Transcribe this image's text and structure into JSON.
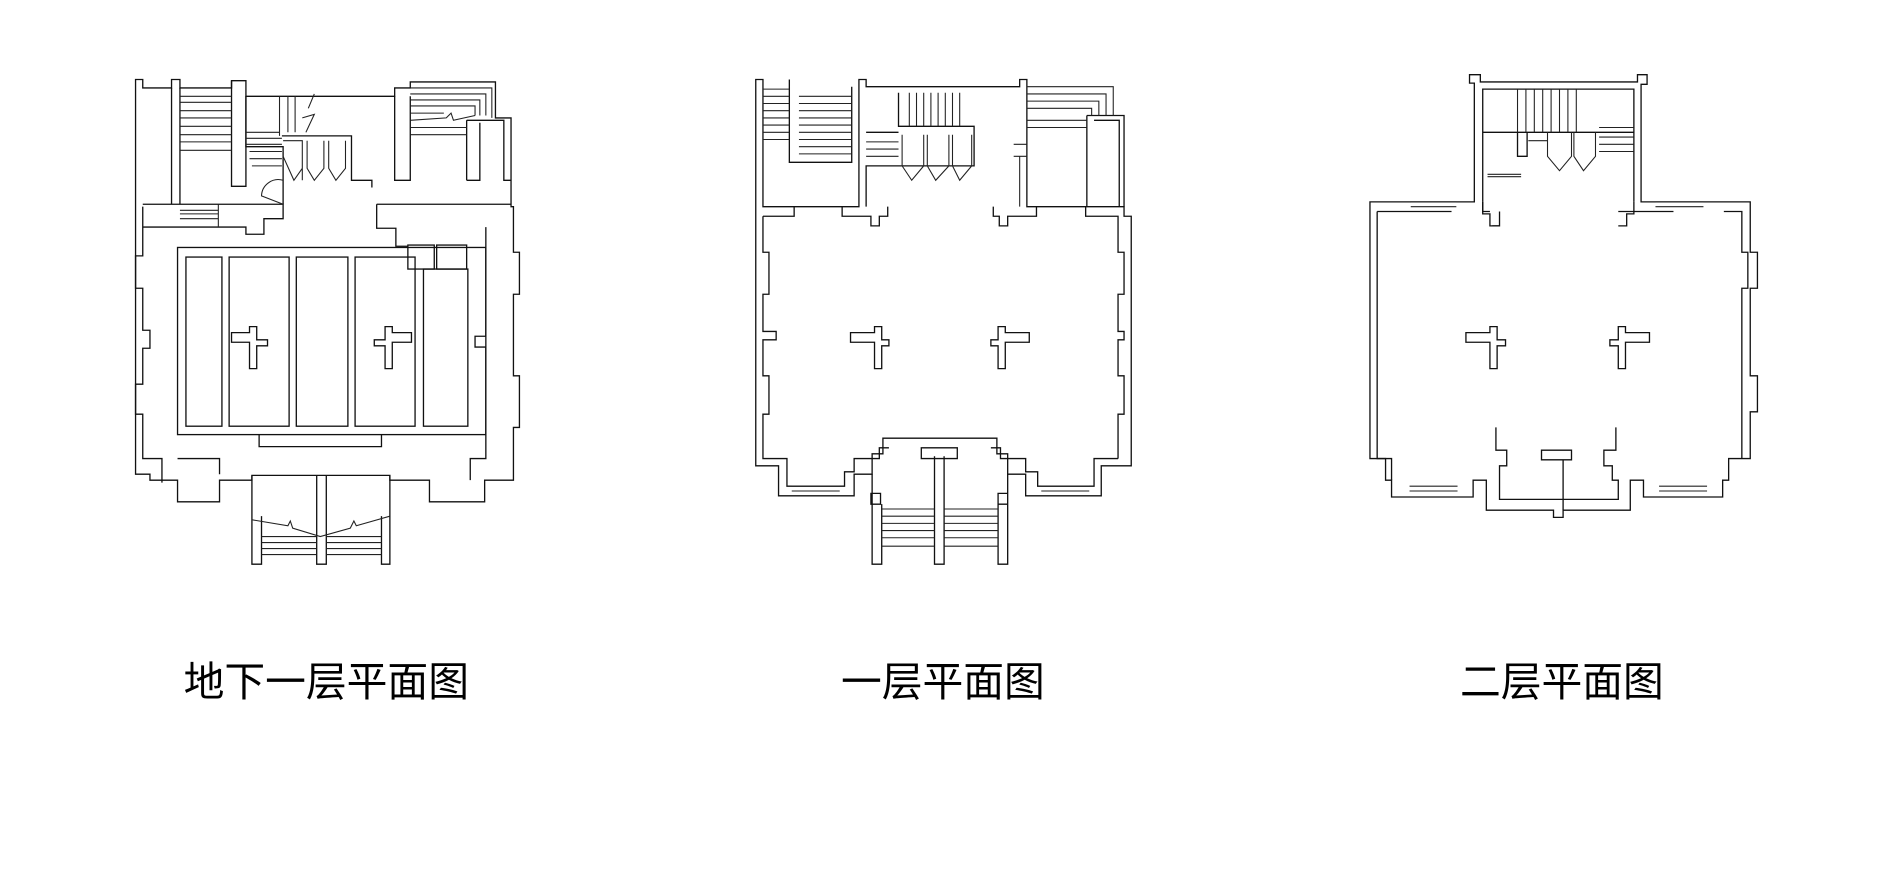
{
  "drawings": [
    {
      "id": "basement",
      "title": "地下一层平面图"
    },
    {
      "id": "first-floor",
      "title": "一层平面图"
    },
    {
      "id": "second-floor",
      "title": "二层平面图"
    }
  ],
  "colors": {
    "line": "#111111",
    "background": "#ffffff"
  }
}
